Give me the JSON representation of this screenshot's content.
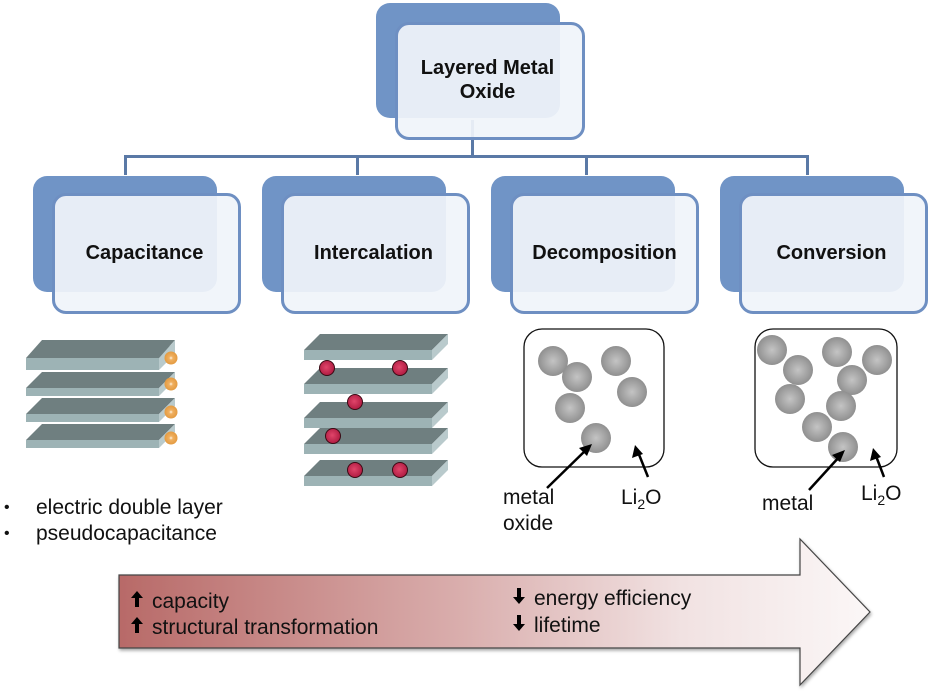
{
  "root": {
    "label_line1": "Layered Metal",
    "label_line2": "Oxide"
  },
  "categories": [
    {
      "id": "capacitance",
      "label": "Capacitance"
    },
    {
      "id": "intercalation",
      "label": "Intercalation"
    },
    {
      "id": "decomposition",
      "label": "Decomposition"
    },
    {
      "id": "conversion",
      "label": "Conversion"
    }
  ],
  "capacitance_notes": [
    {
      "bullet": "•",
      "text": "electric double layer"
    },
    {
      "bullet": "•",
      "text": "pseudocapacitance"
    }
  ],
  "decomposition_labels": {
    "metal_oxide_line1": "metal",
    "metal_oxide_line2": "oxide",
    "li2o_prefix": "Li",
    "li2o_sub": "2",
    "li2o_suffix": "O"
  },
  "conversion_labels": {
    "metal": "metal",
    "li2o_prefix": "Li",
    "li2o_sub": "2",
    "li2o_suffix": "O"
  },
  "trend_arrow": {
    "left": [
      {
        "icon": "arrow-up-icon",
        "glyph": "🡅",
        "text": "capacity"
      },
      {
        "icon": "arrow-up-icon",
        "glyph": "🡅",
        "text": "structural transformation"
      }
    ],
    "right": [
      {
        "icon": "arrow-down-icon",
        "glyph": "🡇",
        "text": "energy efficiency"
      },
      {
        "icon": "arrow-down-icon",
        "glyph": "🡇",
        "text": "lifetime"
      }
    ],
    "gradient_start": "#b86a68",
    "gradient_end": "#fbf7f7"
  },
  "colors": {
    "node_back": "#7094c6",
    "node_border": "#6e8fc2",
    "connector": "#5a79a6",
    "layer_top": "#6f7f80",
    "layer_edge": "#9db3b5",
    "capacitance_ion": "#e8a04c",
    "intercalation_ion": "#c8254a",
    "sphere": "#9a9a9a"
  }
}
